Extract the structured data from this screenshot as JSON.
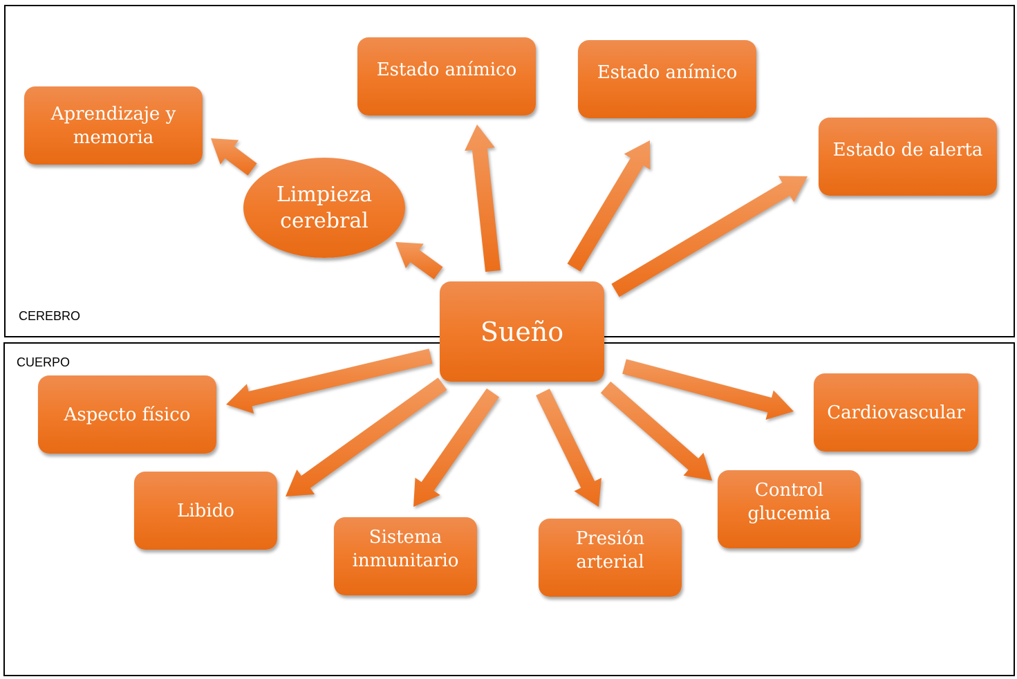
{
  "regions": {
    "brain": "CEREBRO",
    "body": "CUERPO"
  },
  "center": "Sueño",
  "nodes": {
    "learning": "Aprendizaje y\nmemoria",
    "brain_cleaning": "Limpieza\ncerebral",
    "mood_1": "Estado anímico",
    "mood_2": "Estado anímico",
    "alertness": "Estado de alerta",
    "appearance": "Aspecto físico",
    "libido": "Libido",
    "immune": "Sistema\ninmunitario",
    "blood_pressure": "Presión\narterial",
    "glucose": "Control\nglucemia",
    "cardio": "Cardiovascular"
  },
  "colors": {
    "node": "#f07a2a",
    "arrow": "#f07a2a"
  }
}
